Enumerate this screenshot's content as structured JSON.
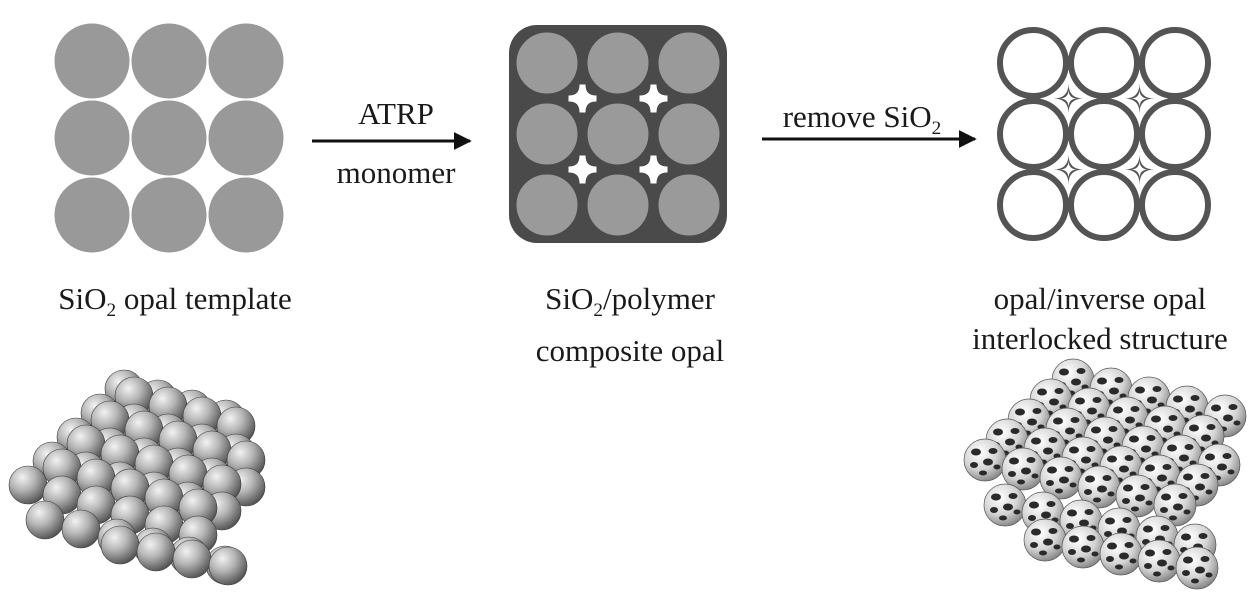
{
  "stages": [
    {
      "name": "template",
      "label_pre": "SiO",
      "label_sub": "2",
      "label_post": " opal template"
    },
    {
      "name": "composite",
      "line1_pre": "SiO",
      "line1_sub": "2",
      "line1_post": "/polymer",
      "line2": "composite opal"
    },
    {
      "name": "inverse",
      "line1": "opal/inverse opal",
      "line2": "interlocked structure"
    }
  ],
  "arrows": [
    {
      "top": "ATRP",
      "bottom": "monomer"
    },
    {
      "top_pre": "remove SiO",
      "top_sub": "2"
    }
  ],
  "colors": {
    "sphere_fill": "#999999",
    "composite_fill": "#9a9a9a",
    "composite_outline": "#4a4a4a",
    "shell_outline": "#545454",
    "arrow": "#111111"
  },
  "grid": {
    "rows": 3,
    "cols": 3
  }
}
